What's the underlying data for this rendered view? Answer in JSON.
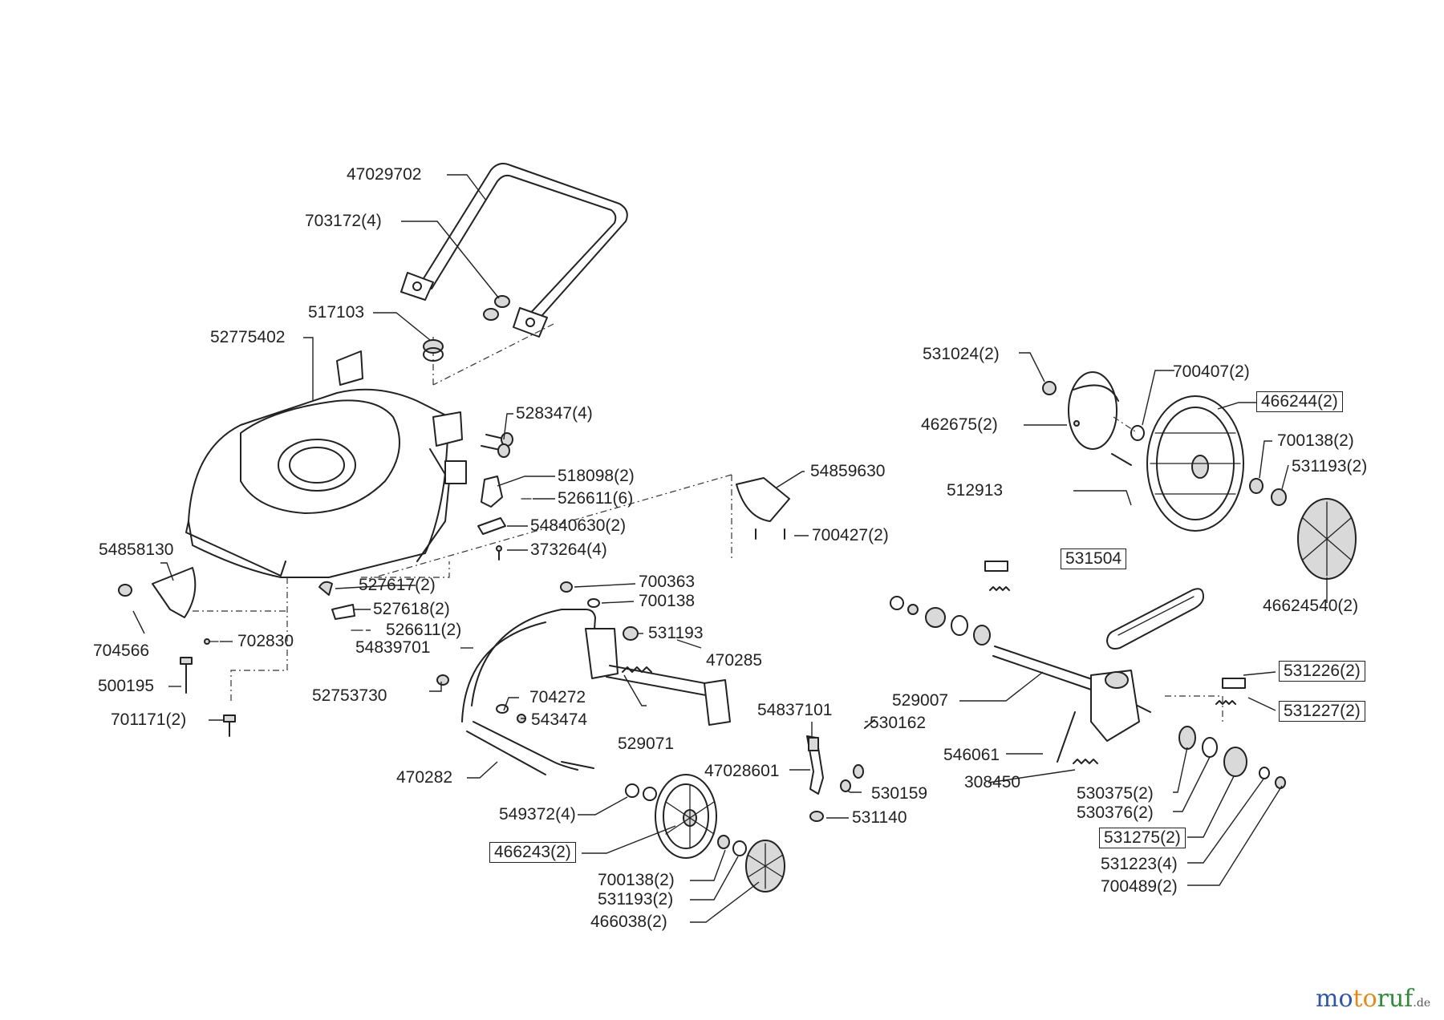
{
  "labels": [
    {
      "text": "47029702",
      "boxed": false
    },
    {
      "text": "703172(4)",
      "boxed": false
    },
    {
      "text": "517103",
      "boxed": false
    },
    {
      "text": "52775402",
      "boxed": false
    },
    {
      "text": "528347(4)",
      "boxed": false
    },
    {
      "text": "518098(2)",
      "boxed": false
    },
    {
      "text": "526611(6)",
      "boxed": false
    },
    {
      "text": "54840630(2)",
      "boxed": false
    },
    {
      "text": "373264(4)",
      "boxed": false
    },
    {
      "text": "54858130",
      "boxed": false
    },
    {
      "text": "527617(2)",
      "boxed": false
    },
    {
      "text": "527618(2)",
      "boxed": false
    },
    {
      "text": "526611(2)",
      "boxed": false
    },
    {
      "text": "704566",
      "boxed": false
    },
    {
      "text": "702830",
      "boxed": false
    },
    {
      "text": "500195",
      "boxed": false
    },
    {
      "text": "701171(2)",
      "boxed": false
    },
    {
      "text": "54859630",
      "boxed": false
    },
    {
      "text": "700427(2)",
      "boxed": false
    },
    {
      "text": "700363",
      "boxed": false
    },
    {
      "text": "700138",
      "boxed": false
    },
    {
      "text": "531193",
      "boxed": false
    },
    {
      "text": "54839701",
      "boxed": false
    },
    {
      "text": "470285",
      "boxed": false
    },
    {
      "text": "52753730",
      "boxed": false
    },
    {
      "text": "704272",
      "boxed": false
    },
    {
      "text": "543474",
      "boxed": false
    },
    {
      "text": "529071",
      "boxed": false
    },
    {
      "text": "470282",
      "boxed": false
    },
    {
      "text": "549372(4)",
      "boxed": false
    },
    {
      "text": "466243(2)",
      "boxed": true
    },
    {
      "text": "700138(2)",
      "boxed": false
    },
    {
      "text": "531193(2)",
      "boxed": false
    },
    {
      "text": "466038(2)",
      "boxed": false
    },
    {
      "text": "54837101",
      "boxed": false
    },
    {
      "text": "530162",
      "boxed": false
    },
    {
      "text": "47028601",
      "boxed": false
    },
    {
      "text": "530159",
      "boxed": false
    },
    {
      "text": "531140",
      "boxed": false
    },
    {
      "text": "531024(2)",
      "boxed": false
    },
    {
      "text": "700407(2)",
      "boxed": false
    },
    {
      "text": "466244(2)",
      "boxed": true
    },
    {
      "text": "462675(2)",
      "boxed": false
    },
    {
      "text": "700138(2)",
      "boxed": false
    },
    {
      "text": "531193(2)",
      "boxed": false
    },
    {
      "text": "512913",
      "boxed": false
    },
    {
      "text": "531504",
      "boxed": true
    },
    {
      "text": "46624540(2)",
      "boxed": false
    },
    {
      "text": "531226(2)",
      "boxed": true
    },
    {
      "text": "529007",
      "boxed": false
    },
    {
      "text": "531227(2)",
      "boxed": true
    },
    {
      "text": "546061",
      "boxed": false
    },
    {
      "text": "308450",
      "boxed": false
    },
    {
      "text": "530375(2)",
      "boxed": false
    },
    {
      "text": "530376(2)",
      "boxed": false
    },
    {
      "text": "531275(2)",
      "boxed": true
    },
    {
      "text": "531223(4)",
      "boxed": false
    },
    {
      "text": "700489(2)",
      "boxed": false
    }
  ],
  "watermark": {
    "part1": "mo",
    "part2": "to",
    "part3": "ruf",
    "tld": ".de"
  }
}
